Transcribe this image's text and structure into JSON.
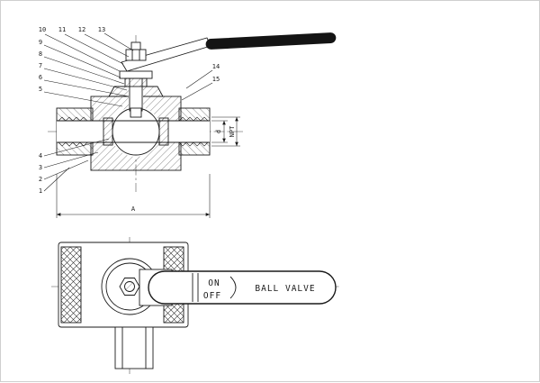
{
  "drawing": {
    "type": "ball-valve-technical-drawing",
    "parts": [
      "1",
      "2",
      "3",
      "4",
      "5",
      "6",
      "7",
      "8",
      "9",
      "10",
      "11",
      "12",
      "13",
      "14",
      "15"
    ],
    "dimensions": {
      "length": "A",
      "bore": "d",
      "thread": "NPT"
    },
    "handle": {
      "on": "ON",
      "off": "OFF",
      "name": "BALL VALVE"
    },
    "colors": {
      "line": "#1a1a1a",
      "grip": "#141414",
      "background": "#ffffff"
    }
  }
}
